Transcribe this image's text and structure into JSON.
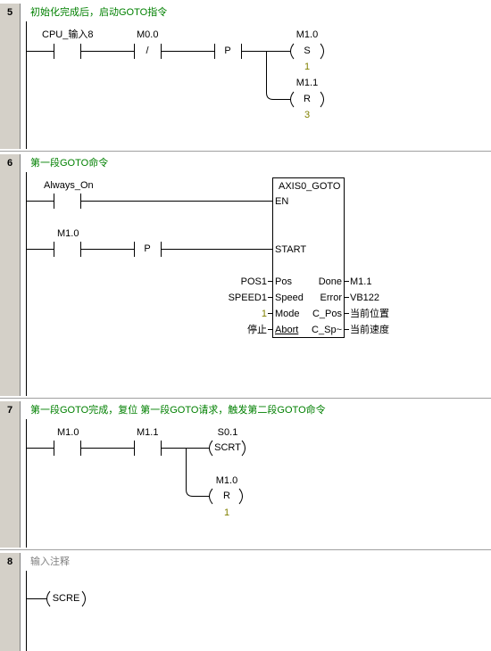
{
  "networks": [
    {
      "number": "5",
      "comment": "初始化完成后，启动GOTO指令"
    },
    {
      "number": "6",
      "comment": "第一段GOTO命令"
    },
    {
      "number": "7",
      "comment": "第一段GOTO完成，复位 第一段GOTO请求，触发第二段GOTO命令"
    },
    {
      "number": "8",
      "comment": "输入注释"
    }
  ],
  "net5": {
    "contact1": "CPU_输入8",
    "contact2": "M0.0",
    "contact2_mark": "/",
    "edge": "P",
    "coil1_addr": "M1.0",
    "coil1_type": "S",
    "coil1_n": "1",
    "coil2_addr": "M1.1",
    "coil2_type": "R",
    "coil2_n": "3"
  },
  "net6": {
    "contact1": "Always_On",
    "contact2": "M1.0",
    "edge": "P",
    "block_title": "AXIS0_GOTO",
    "en": "EN",
    "start": "START",
    "in_params": [
      {
        "value": "POS1",
        "name": "Pos"
      },
      {
        "value": "SPEED1",
        "name": "Speed"
      },
      {
        "value": "1",
        "name": "Mode"
      },
      {
        "value": "停止",
        "name": "Abort"
      }
    ],
    "out_params": [
      {
        "name": "Done",
        "value": "M1.1"
      },
      {
        "name": "Error",
        "value": "VB122"
      },
      {
        "name": "C_Pos",
        "value": "当前位置"
      },
      {
        "name": "C_Sp~",
        "value": "当前速度"
      }
    ]
  },
  "net7": {
    "contact1": "M1.0",
    "contact2": "M1.1",
    "coil1_addr": "S0.1",
    "coil1_type": "SCRT",
    "coil2_addr": "M1.0",
    "coil2_type": "R",
    "coil2_n": "1"
  },
  "net8": {
    "coil_type": "SCRE"
  },
  "colors": {
    "comment": "#008000",
    "value": "#808000",
    "gutter": "#d4d0c8"
  }
}
